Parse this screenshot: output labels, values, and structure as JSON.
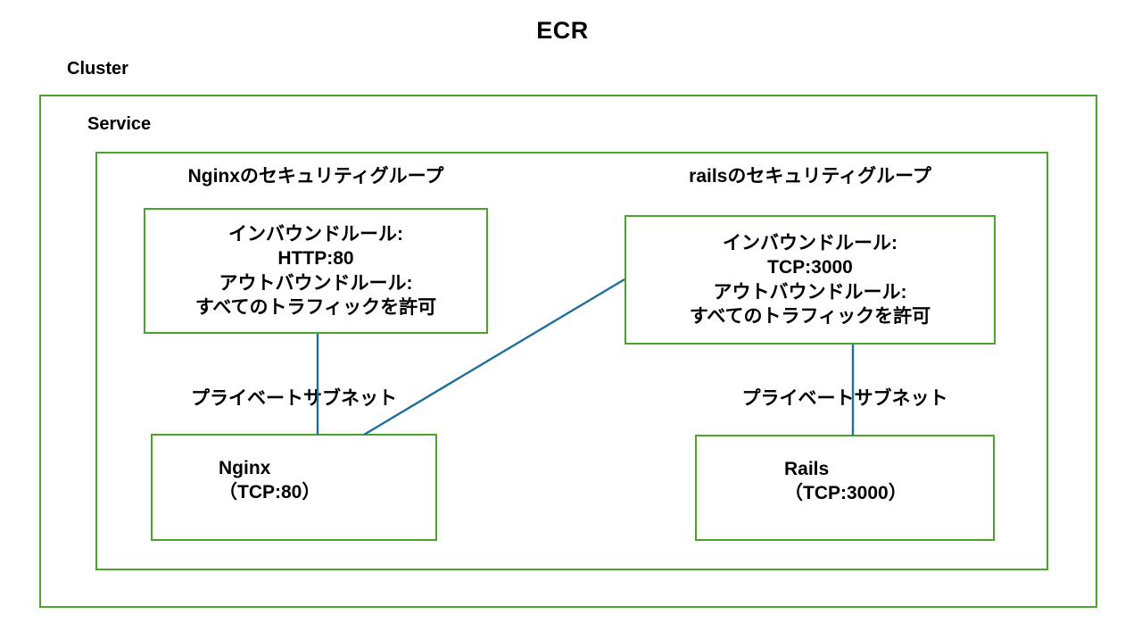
{
  "title": "ECR",
  "colors": {
    "box_border_green": "#4CA32E",
    "connector_blue": "#1F6F98",
    "text": "#000000",
    "background": "#FFFFFF"
  },
  "containers": {
    "cluster": {
      "label": "Cluster"
    },
    "service": {
      "label": "Service"
    }
  },
  "security_groups": [
    {
      "id": "nginx-sg",
      "label": "Nginxのセキュリティグループ",
      "rules": [
        "インバウンドルール:",
        "HTTP:80",
        "アウトバウンドルール:",
        "すべてのトラフィックを許可"
      ],
      "inbound_rule": "HTTP:80",
      "outbound_rule": "すべてのトラフィックを許可"
    },
    {
      "id": "rails-sg",
      "label": "railsのセキュリティグループ",
      "rules": [
        "インバウンドルール:",
        "TCP:3000",
        "アウトバウンドルール:",
        "すべてのトラフィックを許可"
      ],
      "inbound_rule": "TCP:3000",
      "outbound_rule": "すべてのトラフィックを許可"
    }
  ],
  "subnets": [
    {
      "id": "nginx-subnet",
      "label": "プライベートサブネット",
      "node": {
        "name": "Nginx",
        "port": "（TCP:80）"
      }
    },
    {
      "id": "rails-subnet",
      "label": "プライベートサブネット",
      "node": {
        "name": "Rails",
        "port": "（TCP:3000）"
      }
    }
  ],
  "connectors": [
    {
      "id": "nginx-sg-to-nginx",
      "from": "nginx-sg",
      "to": "nginx-node",
      "style": "vertical"
    },
    {
      "id": "rails-sg-to-nginx",
      "from": "rails-sg",
      "to": "nginx-node",
      "style": "diagonal"
    },
    {
      "id": "rails-sg-to-rails",
      "from": "rails-sg",
      "to": "rails-node",
      "style": "vertical"
    }
  ]
}
